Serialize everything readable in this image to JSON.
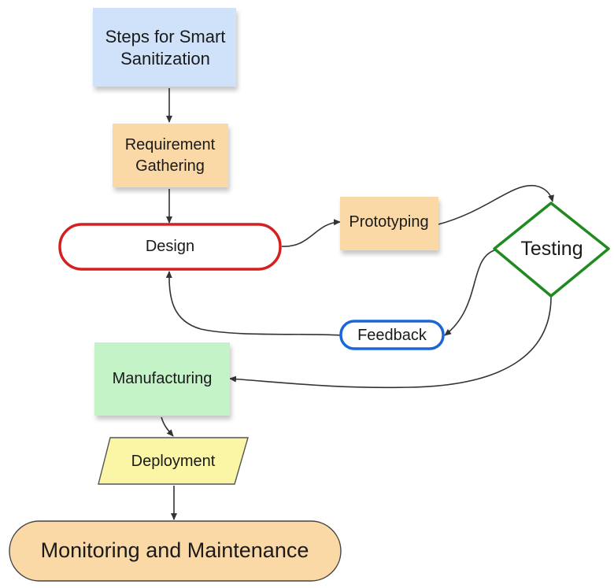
{
  "diagram": {
    "nodes": {
      "start": {
        "line1": "Steps for Smart",
        "line2": "Sanitization",
        "fill": "#cfe2f9"
      },
      "requirement": {
        "line1": "Requirement",
        "line2": "Gathering",
        "fill": "#fbd9a6"
      },
      "design": {
        "label": "Design",
        "stroke": "#d42020"
      },
      "prototyping": {
        "label": "Prototyping",
        "fill": "#fbd9a6"
      },
      "testing": {
        "label": "Testing",
        "stroke": "#1f8a1f"
      },
      "feedback": {
        "label": "Feedback",
        "stroke": "#1a66d9"
      },
      "manufacturing": {
        "label": "Manufacturing",
        "fill": "#c3f3c6"
      },
      "deployment": {
        "label": "Deployment",
        "fill": "#fbf5a6"
      },
      "monitoring": {
        "label": "Monitoring and Maintenance",
        "fill": "#fbd9a6"
      }
    },
    "edges": [
      {
        "from": "start",
        "to": "requirement"
      },
      {
        "from": "requirement",
        "to": "design"
      },
      {
        "from": "design",
        "to": "prototyping"
      },
      {
        "from": "prototyping",
        "to": "testing"
      },
      {
        "from": "testing",
        "to": "feedback"
      },
      {
        "from": "feedback",
        "to": "design"
      },
      {
        "from": "testing",
        "to": "manufacturing"
      },
      {
        "from": "manufacturing",
        "to": "deployment"
      },
      {
        "from": "deployment",
        "to": "monitoring"
      }
    ],
    "edge_color": "#333333"
  }
}
